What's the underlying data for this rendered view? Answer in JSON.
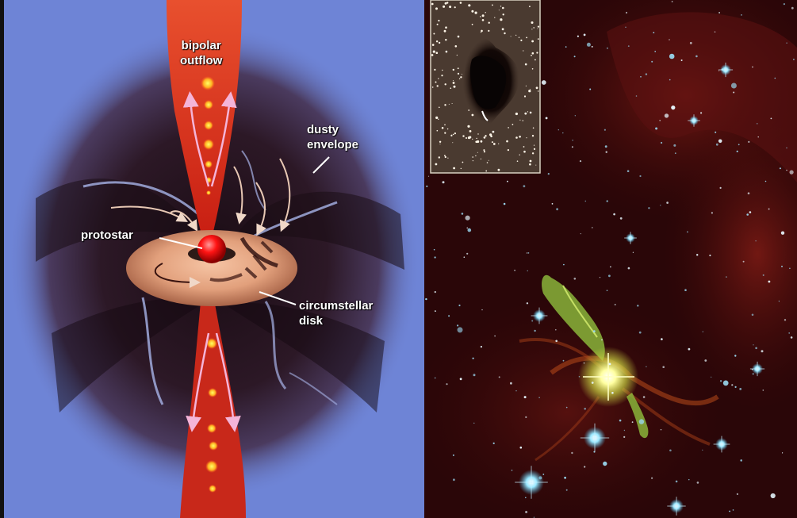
{
  "diagram": {
    "labels": {
      "bipolar_outflow": "bipolar\noutflow",
      "dusty_envelope": "dusty\nenvelope",
      "protostar": "protostar",
      "circumstellar_disk": "circumstellar\ndisk"
    }
  },
  "photo": {
    "inset": "dark cloud",
    "main": "nebula with bipolar jets and stars"
  },
  "colors": {
    "background_blue": "#6e84d6",
    "envelope_dark": "#2a1520",
    "outflow_red": "#e0321e",
    "disk_peach": "#e8a07a",
    "star_red": "#ff1010",
    "arrow_pink": "#f4b4d8",
    "jet_green": "#9acd32"
  }
}
